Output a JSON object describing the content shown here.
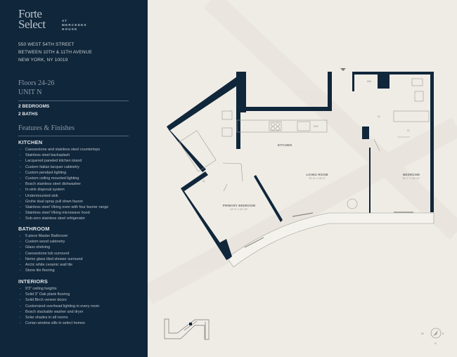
{
  "brand": {
    "logo_line1": "Forte",
    "logo_line2": "Select",
    "logo_sub": [
      "AT",
      "MERCEDES",
      "HOUSE"
    ]
  },
  "address": [
    "550 WEST 54TH STREET",
    "BETWEEN 10TH & 11TH AVENUE",
    "NEW YORK, NY 10019"
  ],
  "unit": {
    "floors": "Floors 24-26",
    "name": "UNIT N",
    "bedrooms": "2 BEDROOMS",
    "baths": "2 BATHS"
  },
  "features_title": "Features & Finishes",
  "sections": [
    {
      "title": "KITCHEN",
      "items": [
        "Caesarstone and stainless steel countertops",
        "Stainless steel backsplash",
        "Lacquered paneled kitchen island",
        "Custom Italian lacquer cabinetry",
        "Custom pendant lighting",
        "Custom ceiling mounted lighting",
        "Bosch stainless steel dishwasher",
        "In-sink disposal system",
        "Undermounted sink",
        "Grohe dual spray pull down faucet",
        "Stainless steel Viking oven with four burner range",
        "Stainless steel Viking microwave hood",
        "Sub-zero stainless steel refrigerator"
      ]
    },
    {
      "title": "BATHROOM",
      "items": [
        "5 piece Master Bathroom",
        "Custom wood cabinetry",
        "Glass shelving",
        "Caesarstone tub surround",
        "Nemo glass tiled shower surround",
        "Arctic white ceramic wall tile",
        "Stone tile flooring"
      ]
    },
    {
      "title": "INTERIORS",
      "items": [
        "9'3\" ceiling heights",
        "Solid 3\" Oak plank flooring",
        "Solid Birch veneer doors",
        "Customized overhead lighting in every room",
        "Bosch stackable washer and dryer",
        "Solar shades in all rooms",
        "Corian window sills in select homes"
      ]
    }
  ],
  "plan": {
    "kitchen": "KITCHEN",
    "living": {
      "name": "LIVING ROOM",
      "dims": "22'-9\" x 15'-9\""
    },
    "bedroom": {
      "name": "BEDROOM",
      "dims": "10'-7\" x 12'-11\""
    },
    "primary": {
      "name": "PRIMARY BEDROOM",
      "dims": "12'-2\" x 12'-10\""
    },
    "closet": "CL",
    "wd": "W/D",
    "dw": "D/W"
  },
  "compass": {
    "n": "N",
    "s": "S",
    "e": "E",
    "w": "W"
  },
  "colors": {
    "sidebar": "#10263a",
    "background": "#efece6",
    "wall": "#10263a"
  }
}
